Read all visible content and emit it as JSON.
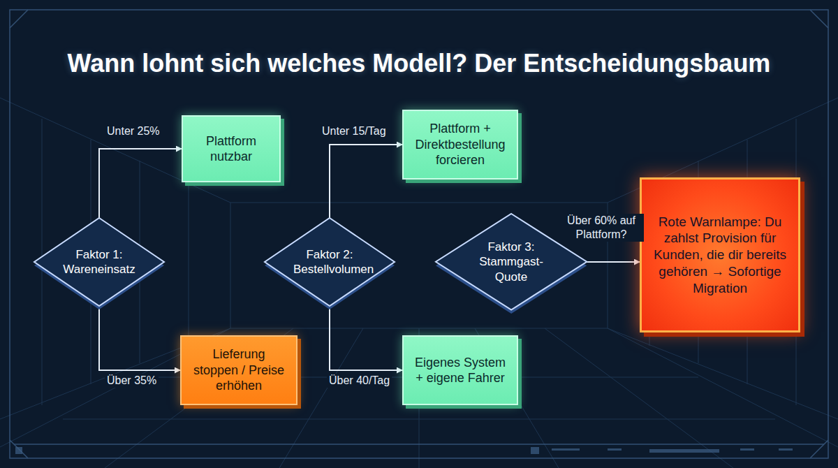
{
  "diagram": {
    "title": "Wann lohnt sich welches Modell? Der Entscheidungsbaum",
    "nodes": [
      {
        "text": [
          "Faktor 1: Wareneinsatz"
        ]
      },
      {
        "text": [
          "Plattform nutzbar"
        ]
      },
      {
        "text": [
          "Lieferung stoppen / Preise erhöhen"
        ]
      },
      {
        "text": [
          "Faktor 2: Bestellvolumen"
        ]
      },
      {
        "text": [
          "Plattform + Direktbestellung forcieren"
        ]
      },
      {
        "text": [
          "Eigenes System + eigene Fahrer"
        ]
      },
      {
        "text": [
          "Faktor 3: Stammgast-Quote"
        ]
      },
      {
        "text": [
          "Rote Warnlampe: Du zahlst Provision für Kunden, die dir bereits gehören → Sofortige Migration"
        ]
      }
    ],
    "edges": [
      {
        "from": 0,
        "to": 1,
        "label": "Unter 25%",
        "arrow": "to"
      },
      {
        "from": 0,
        "to": 2,
        "label": "Über 35%",
        "arrow": "to"
      },
      {
        "from": 3,
        "to": 4,
        "label": "Unter 15/Tag",
        "arrow": "to"
      },
      {
        "from": 3,
        "to": 5,
        "label": "Über 40/Tag",
        "arrow": "to"
      },
      {
        "from": 6,
        "to": 7,
        "label": "Über 60% auf Plattform?",
        "arrow": "to"
      }
    ]
  }
}
